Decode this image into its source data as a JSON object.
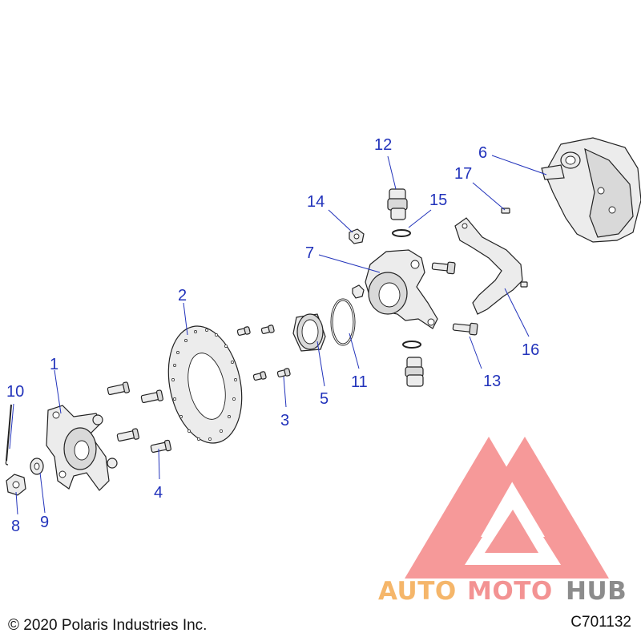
{
  "callouts": [
    "1",
    "2",
    "3",
    "4",
    "5",
    "6",
    "7",
    "8",
    "9",
    "10",
    "11",
    "12",
    "13",
    "14",
    "15",
    "16",
    "17"
  ],
  "footer": {
    "copyright": "© 2020 Polaris Industries Inc.",
    "code": "C701132"
  },
  "watermark": {
    "part1": "AUTO",
    "part2": "MOTO",
    "part3": "HUB",
    "colors": {
      "auto": "#f5b66a",
      "moto": "#f39393",
      "hub": "#8c8c8c",
      "logo": "#f26a6a"
    }
  },
  "colors": {
    "callout": "#2233bb",
    "linework": "#222222"
  }
}
